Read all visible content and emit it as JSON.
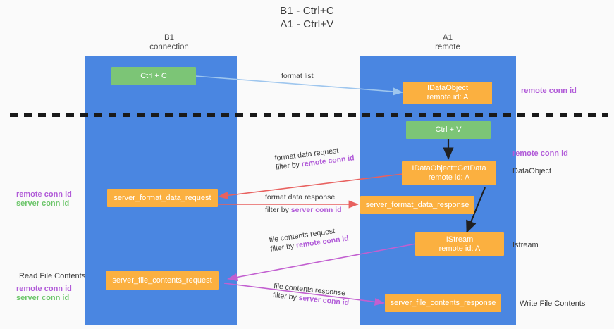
{
  "title": {
    "line1": "B1 - Ctrl+C",
    "line2": "A1 - Ctrl+V"
  },
  "lanes": [
    {
      "id": "b1",
      "name": "B1",
      "sub": "connection"
    },
    {
      "id": "a1",
      "name": "A1",
      "sub": "remote"
    }
  ],
  "colors": {
    "lane": "#4a86e1",
    "orange": "#fbb040",
    "green": "#7cc576",
    "purple": "#b15bd8",
    "green_text": "#6cc56a",
    "blue_arrow": "#9ec6ee",
    "red_arrow": "#e8615f",
    "magenta_arrow": "#c25fd0",
    "black_arrow": "#202020",
    "divider": "#1a1a1a",
    "background": "#fafafa"
  },
  "nodes": {
    "ctrl_c": {
      "line1": "Ctrl + C",
      "line2": ""
    },
    "idataobject": {
      "line1": "IDataObject",
      "line2": "remote id: A"
    },
    "ctrl_v": {
      "line1": "Ctrl + V",
      "line2": ""
    },
    "getdata": {
      "line1": "IDataObject::GetData",
      "line2": "remote id: A"
    },
    "server_format_data_request": {
      "line1": "server_format_data_request",
      "line2": ""
    },
    "server_format_data_response": {
      "line1": "server_format_data_response",
      "line2": ""
    },
    "istream": {
      "line1": "IStream",
      "line2": "remote id: A"
    },
    "server_file_contents_request": {
      "line1": "server_file_contents_request",
      "line2": ""
    },
    "server_file_contents_response": {
      "line1": "server_file_contents_response",
      "line2": ""
    }
  },
  "edge_labels": {
    "format_list": "format list",
    "format_data_request": "format data request",
    "format_data_request_filter_prefix": "filter by ",
    "format_data_request_filter_key": "remote conn id",
    "format_data_response": "format data response",
    "format_data_response_filter_prefix": "filter by ",
    "format_data_response_filter_key": "server conn id",
    "file_contents_request": "file contents request",
    "file_contents_request_filter_prefix": "filter by ",
    "file_contents_request_filter_key": "remote conn id",
    "file_contents_response": "file contents response",
    "file_contents_response_filter_prefix": "filter by ",
    "file_contents_response_filter_key": "server conn id"
  },
  "annotations": {
    "right_remote_conn_id_top": "remote conn id",
    "right_remote_conn_id_mid": "remote conn id",
    "right_dataobject": "DataObject",
    "right_istream": "Istream",
    "right_write_file_contents": "Write File Contents",
    "left_remote_conn_id_mid": "remote conn id",
    "left_server_conn_id_mid": "server conn id",
    "left_read_file_contents": "Read File Contents",
    "left_remote_conn_id_bottom": "remote conn id",
    "left_server_conn_id_bottom": "server conn id"
  }
}
